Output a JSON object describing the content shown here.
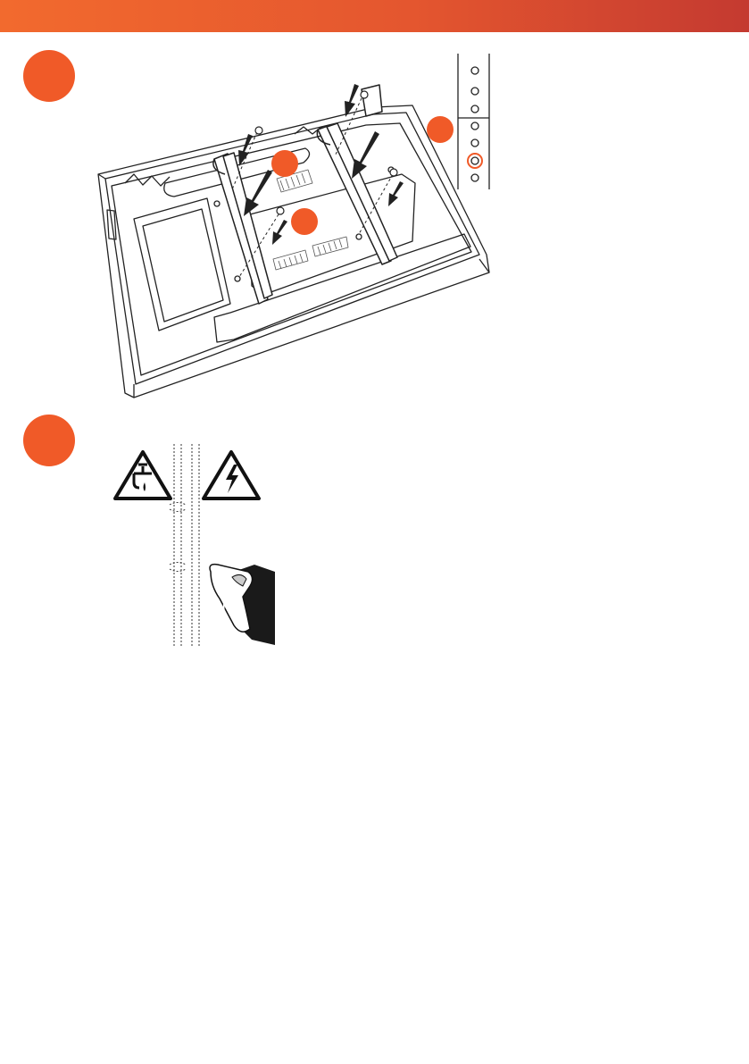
{
  "page": {
    "accent_color": "#f05a28",
    "header_gradient": [
      "#f26a2e",
      "#c43a30"
    ]
  },
  "steps": [
    {
      "figure": "tv-back-bracket-mounting",
      "icons": [
        "tv-back-panel-illustration",
        "mounting-bracket-illustration",
        "screw-arrow-icon",
        "hole-position-strip"
      ]
    },
    {
      "figure": "wall-check-hazards",
      "icons": [
        "water-pipe-warning-icon",
        "electrical-hazard-warning-icon",
        "stud-finder-hand-illustration",
        "wall-pipe-illustration"
      ]
    }
  ]
}
